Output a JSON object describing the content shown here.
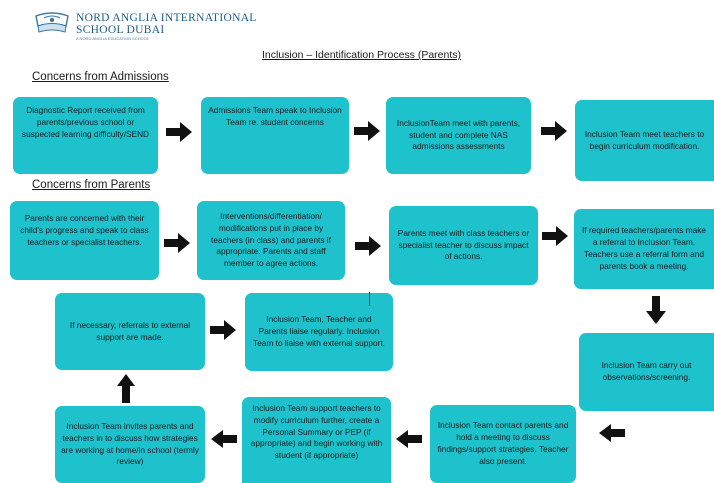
{
  "header": {
    "school_name_line1": "NORD ANGLIA INTERNATIONAL",
    "school_name_line2": "SCHOOL DUBAI",
    "school_tagline": "A NORD ANGLIA EDUCATION SCHOOL"
  },
  "title": "Inclusion – Identification Process (Parents)",
  "sections": {
    "admissions": "Concerns from Admissions",
    "parents": "Concerns from Parents"
  },
  "admissions_steps": [
    "Diagnostic Report received from parents/previous school or suspected learning difficulty/SEND",
    "Admissions Team speak to Inclusion Team re. student concerns",
    "InclusionTeam meet with parents, student and complete NAS admissions assessments",
    "Inclusion Team meet teachers to begin curriculum modification."
  ],
  "parent_steps": [
    "Parents are concerned with their child's progress and speak to class teachers or specialist teachers.",
    "Interventions/differentiation/ modifications put in place by teachers (in class) and parents if appropriate. Parents and staff member to agree actions.",
    "Parents meet with class teachers or specialist teacher to discuss impact of actions.",
    "If required teachers/parents make a referral to Inclusion Team. Teachers use a referral form and parents book a meeting.",
    "Inclusion Team carry out observations/screening.",
    "Inclusion Team contact parents and hold a meeting to discuss findings/support strategies. Teacher also present.",
    "Inclusion Team support teachers to modify curriculum further, create a Personal Summary or PEP (if appropriate) and begin working with student (if appropriate)",
    "Inclusion Team invites parents and teachers in to discuss how strategies are working at home/in school (termly review)",
    "If necessary, referrals to external support are made.",
    "Inclusion Team, Teacher and Parents liaise regularly. Inclusion Team to liaise with external support."
  ],
  "colors": {
    "box_fill": "#1ec2cc",
    "arrow": "#111111",
    "logo": "#1b5e8c"
  }
}
